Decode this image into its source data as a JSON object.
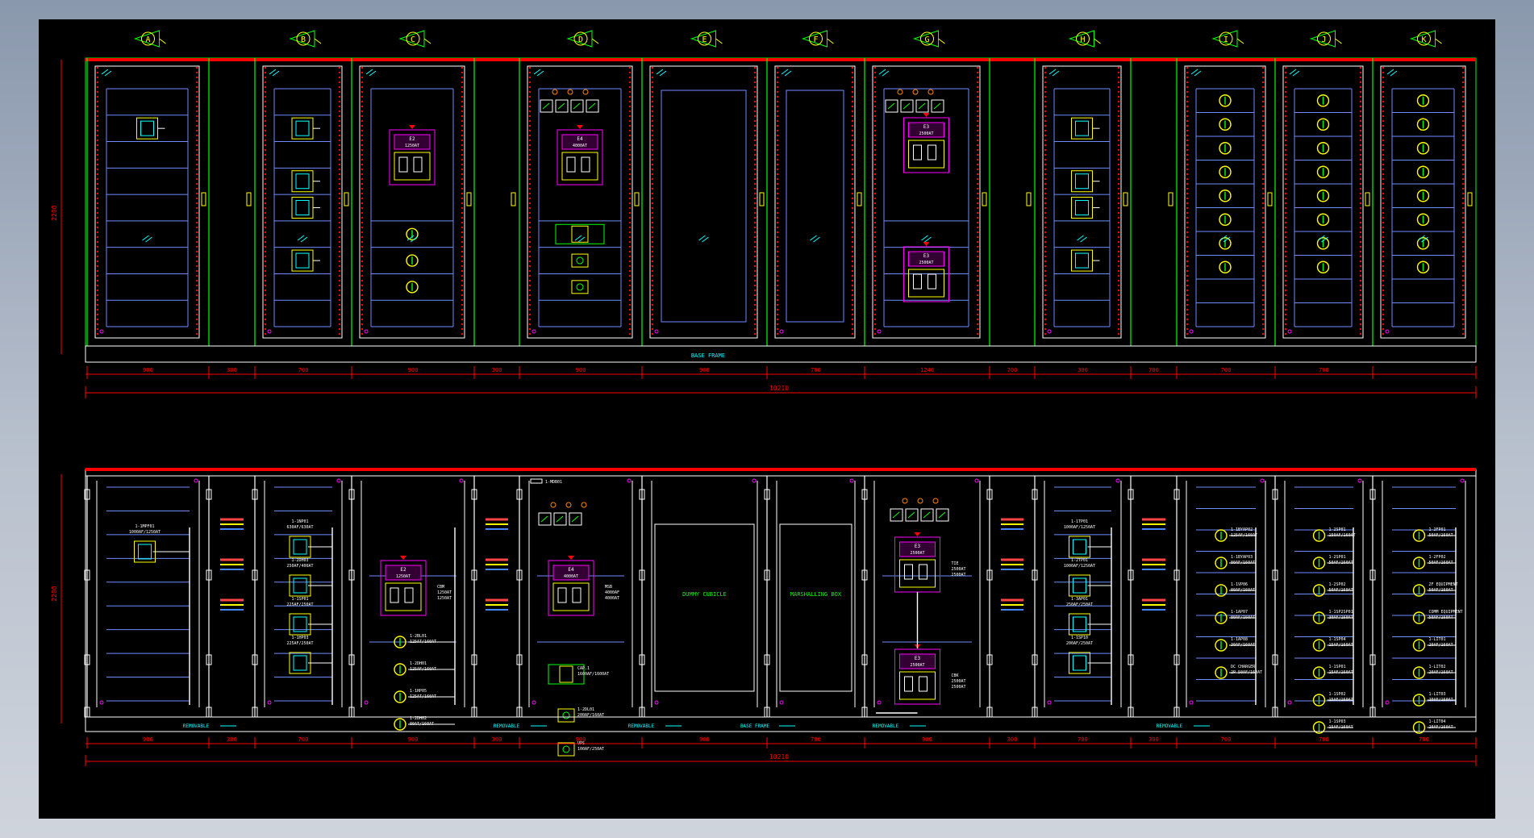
{
  "colors": {
    "background": "#000000",
    "frame": "#00ff00",
    "panel": "#ffffff",
    "roof": "#ff0000",
    "dimension": "#ff0000",
    "compartment": "#6e8cff",
    "breaker": "#ff00ff",
    "breaker_face": "#ffff00",
    "device_label": "#ffffff",
    "note": "#00ffff"
  },
  "front_view": {
    "height_dim": "2200",
    "panels": [
      {
        "id": "A",
        "type": "feeder",
        "rows": 9,
        "devices": [
          {
            "kind": "box",
            "row": 2
          }
        ]
      },
      {
        "id": "B",
        "type": "feeder",
        "rows": 9,
        "devices": [
          {
            "kind": "box",
            "row": 2
          },
          {
            "kind": "box",
            "row": 4
          },
          {
            "kind": "box",
            "row": 5
          },
          {
            "kind": "box",
            "row": 7
          }
        ]
      },
      {
        "id": "C",
        "type": "incomer",
        "rows": 9,
        "acb": {
          "label": "E2",
          "rating": "1250AT"
        },
        "devices": [
          {
            "kind": "knob",
            "row": 6
          },
          {
            "kind": "knob",
            "row": 7
          },
          {
            "kind": "knob",
            "row": 8
          }
        ]
      },
      {
        "id": "D",
        "type": "main",
        "rows": 9,
        "acb": {
          "label": "E4",
          "rating": "4000AT"
        },
        "meters": 4,
        "devices": [
          {
            "kind": "mccb",
            "row": 6
          },
          {
            "kind": "small",
            "row": 7
          },
          {
            "kind": "small",
            "row": 8
          }
        ]
      },
      {
        "id": "E",
        "type": "blank",
        "rows": 0
      },
      {
        "id": "F",
        "type": "blank",
        "rows": 0
      },
      {
        "id": "G",
        "type": "tie",
        "rows": 9,
        "acb": {
          "label": "E3",
          "rating": "2500AT"
        },
        "acb2": {
          "label": "E3",
          "rating": "2500AT"
        },
        "meters": 4
      },
      {
        "id": "H",
        "type": "feeder",
        "rows": 9,
        "devices": [
          {
            "kind": "box",
            "row": 2
          },
          {
            "kind": "box",
            "row": 4
          },
          {
            "kind": "box",
            "row": 5
          },
          {
            "kind": "box",
            "row": 7
          }
        ]
      },
      {
        "id": "I",
        "type": "knobs",
        "rows": 10,
        "devices": [
          {
            "kind": "knob",
            "row": 1
          },
          {
            "kind": "knob",
            "row": 2
          },
          {
            "kind": "knob",
            "row": 3
          },
          {
            "kind": "knob",
            "row": 4
          },
          {
            "kind": "knob",
            "row": 5
          },
          {
            "kind": "knob",
            "row": 6
          },
          {
            "kind": "knob",
            "row": 7
          },
          {
            "kind": "knob",
            "row": 8
          }
        ]
      },
      {
        "id": "J",
        "type": "knobs",
        "rows": 10,
        "devices": [
          {
            "kind": "knob",
            "row": 1
          },
          {
            "kind": "knob",
            "row": 2
          },
          {
            "kind": "knob",
            "row": 3
          },
          {
            "kind": "knob",
            "row": 4
          },
          {
            "kind": "knob",
            "row": 5
          },
          {
            "kind": "knob",
            "row": 6
          },
          {
            "kind": "knob",
            "row": 7
          },
          {
            "kind": "knob",
            "row": 8
          }
        ]
      },
      {
        "id": "K",
        "type": "knobs",
        "rows": 10,
        "devices": [
          {
            "kind": "knob",
            "row": 1
          },
          {
            "kind": "knob",
            "row": 2
          },
          {
            "kind": "knob",
            "row": 3
          },
          {
            "kind": "knob",
            "row": 4
          },
          {
            "kind": "knob",
            "row": 5
          },
          {
            "kind": "knob",
            "row": 6
          },
          {
            "kind": "knob",
            "row": 7
          },
          {
            "kind": "knob",
            "row": 8
          }
        ]
      }
    ],
    "base_label": "BASE FRAME",
    "dims": [
      "900",
      "300",
      "700",
      "900",
      "300",
      "900",
      "900",
      "700",
      "1240",
      "700",
      "300",
      "700",
      "700",
      "700"
    ],
    "total_dim": "10210"
  },
  "rear_view": {
    "height_dim": "2200",
    "panels": [
      {
        "id": "A",
        "type": "feeder",
        "devices": [
          {
            "label": "1-1MPF01",
            "rating": "1000AF/1250AT"
          }
        ]
      },
      {
        "id": "B",
        "type": "feeder",
        "devices": [
          {
            "label": "1-1NP01",
            "rating": "630AF/630AT"
          },
          {
            "label": "1-2DH03",
            "rating": "250AF/400AT"
          },
          {
            "label": "1-1SP01",
            "rating": "225AF/250AT"
          },
          {
            "label": "1-1HP03",
            "rating": "225AF/250AT"
          }
        ]
      },
      {
        "id": "C",
        "type": "incomer",
        "acb": {
          "label": "E2",
          "rating": "1250AT",
          "side": "CBM",
          "side_rating": "1250AT\n1250AT"
        },
        "devices": [
          {
            "label": "1-2BL01",
            "rating": "125AT/160AT"
          },
          {
            "label": "1-2DH01",
            "rating": "125AF/160AT"
          },
          {
            "label": "1-1HP05",
            "rating": "125AT/160AT"
          },
          {
            "label": "1-2DH02",
            "rating": "80AT/160AT"
          }
        ]
      },
      {
        "id": "D",
        "type": "main",
        "acb": {
          "label": "E4",
          "rating": "4000AT",
          "side": "MSB",
          "side_rating": "4000AF\n4000AT"
        },
        "tag": "1-MDB01",
        "devices": [
          {
            "label": "CAP.1",
            "rating": "1600AF/1600AT"
          },
          {
            "label": "1-2DL01",
            "rating": "200AF/160AT"
          },
          {
            "label": "UPS",
            "rating": "100AF/250AT"
          }
        ]
      },
      {
        "id": "E",
        "type": "note",
        "label": "DUMMY CUBICLE"
      },
      {
        "id": "F",
        "type": "note",
        "label": "MARSHALLING BOX"
      },
      {
        "id": "G",
        "type": "tie",
        "acb": {
          "label": "E3",
          "rating": "2500AT",
          "side": "TIE",
          "side_rating": "2500AT\n2500AT"
        },
        "acb2": {
          "label": "E3",
          "rating": "2500AT",
          "side": "CBK",
          "side_rating": "2500AT\n2500AT"
        }
      },
      {
        "id": "H",
        "type": "feeder",
        "devices": [
          {
            "label": "1-1TP01",
            "rating": "1000AF/1250AT"
          },
          {
            "label": "1-2TP01",
            "rating": "1000AF/1250AT"
          },
          {
            "label": "1-3AP01",
            "rating": "250AF/250AT"
          },
          {
            "label": "1-1SP10",
            "rating": "200AF/250AT"
          }
        ]
      },
      {
        "id": "I",
        "type": "knobs",
        "devices": [
          {
            "label": "1-1BYAP02",
            "rating": "125AF/160AT"
          },
          {
            "label": "1-1BYAP03",
            "rating": "80AF/160AT"
          },
          {
            "label": "1-1VP06",
            "rating": "80AF/160AT"
          },
          {
            "label": "1-1AP07",
            "rating": "80AF/160AT"
          },
          {
            "label": "1-1AP08",
            "rating": "30AF/160AT"
          },
          {
            "label": "DC CHARGER",
            "rating": "2P 50AF/160AT"
          }
        ]
      },
      {
        "id": "J",
        "type": "knobs",
        "devices": [
          {
            "label": "1-2SP01",
            "rating": "150AF/160AT"
          },
          {
            "label": "1-2SP01",
            "rating": "50AF/160AT"
          },
          {
            "label": "1-2SP02",
            "rating": "50AF/160AT"
          },
          {
            "label": "1-1SP2SP01",
            "rating": "30AF/160AT"
          },
          {
            "label": "1-1SP04",
            "rating": "15AF/160AT"
          },
          {
            "label": "1-1SP01",
            "rating": "15AF/160AT"
          },
          {
            "label": "1-1SP02",
            "rating": "15AF/160AT"
          },
          {
            "label": "1-1SP03",
            "rating": "15AF/160AT"
          }
        ]
      },
      {
        "id": "K",
        "type": "knobs",
        "devices": [
          {
            "label": "1-2FP01",
            "rating": "50AF/160AT"
          },
          {
            "label": "1-2FP02",
            "rating": "50AF/160AT"
          },
          {
            "label": "2F EQUIPMENT",
            "rating": "50AF/160AT"
          },
          {
            "label": "COMM EQUIPMENT",
            "rating": "50AF/160AT"
          },
          {
            "label": "1-LIT01",
            "rating": "20AF/160AT"
          },
          {
            "label": "1-LIT02",
            "rating": "20AF/160AT"
          },
          {
            "label": "1-LIT03",
            "rating": "20AF/160AT"
          },
          {
            "label": "1-LIT04",
            "rating": "20AF/160AT"
          }
        ]
      }
    ],
    "base_labels": [
      "REMOVABLE",
      "REMOVABLE",
      "REMOVABLE",
      "BASE FRAME",
      "REMOVABLE",
      "REMOVABLE"
    ],
    "dims": [
      "900",
      "300",
      "700",
      "900",
      "300",
      "900",
      "900",
      "700",
      "900",
      "300",
      "700",
      "300",
      "700",
      "700",
      "700"
    ],
    "total_dim": "10210"
  }
}
